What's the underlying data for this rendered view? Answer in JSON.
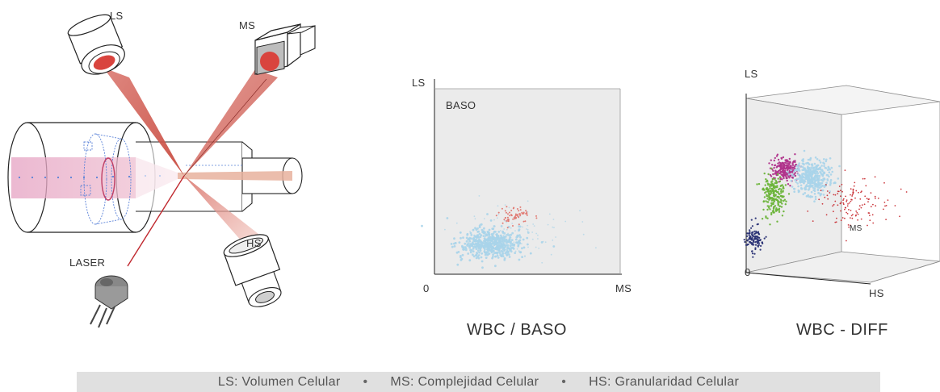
{
  "optics": {
    "ls_label": "LS",
    "ms_label": "MS",
    "hs_label": "HS",
    "laser_label": "LASER"
  },
  "plot_baso": {
    "y_axis_label": "LS",
    "x_axis_label": "MS",
    "origin_label": "0",
    "region_label": "BASO",
    "caption": "WBC / BASO"
  },
  "plot_diff": {
    "y_axis_label": "LS",
    "x_axis_label": "HS",
    "origin_label": "0",
    "cluster_label": "MS",
    "caption": "WBC - DIFF"
  },
  "legend": {
    "item_ls": "LS: Volumen Celular",
    "item_ms": "MS: Complejidad Celular",
    "item_hs": "HS: Granularidad Celular",
    "separator": "•"
  },
  "colors": {
    "beam": "#d9736a",
    "lens_red": "#d9443e",
    "laser_line": "#c0282e",
    "tube_pink": "#e8a9c6",
    "dashed_blue": "#5a82d8",
    "plot_bg": "#ebebeb",
    "baso_cluster": "#a9d4ea",
    "baso_red": "#e07068",
    "magenta": "#b0338b",
    "green": "#6bb43a",
    "navy": "#2a3275",
    "light_blue": "#a9d4ea",
    "scatter_red": "#c8282e"
  }
}
